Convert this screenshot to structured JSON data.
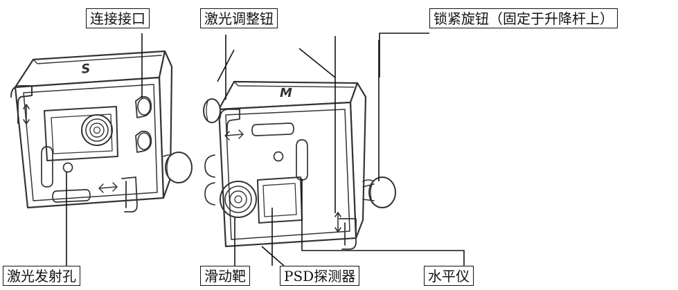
{
  "labels": {
    "interface": "连接接口",
    "laser_adjust_knob": "激光调整钮",
    "lock_knob": "锁紧旋钮（固定于升降杆上）",
    "laser_emitter_hole": "激光发射孔",
    "sliding_target": "滑动靶",
    "psd_detector": "PSD探测器",
    "level": "水平仪"
  },
  "unit_marks": {
    "left_unit": "S",
    "right_unit": "M"
  },
  "colors": {
    "line": "#111111",
    "body_outline": "#333333",
    "body_fill": "#ffffff"
  }
}
